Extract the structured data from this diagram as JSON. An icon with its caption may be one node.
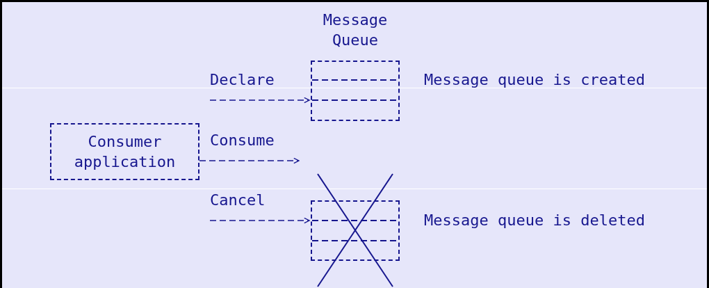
{
  "diagram": {
    "nodes": [
      {
        "text": [
          "Message Queue"
        ],
        "beside": [
          "Message queue is created"
        ]
      },
      {
        "text": [
          "Consumer application"
        ]
      },
      {
        "text": [],
        "shape": "box",
        "beside": [
          "Message queue is deleted"
        ]
      }
    ],
    "edges": [
      {
        "from": null,
        "to": 0,
        "arrow": "to",
        "label": "Declare",
        "style": "dashed"
      },
      {
        "from": 1,
        "to": null,
        "arrow": "to",
        "label": "Consume",
        "style": "dashed"
      },
      {
        "from": null,
        "to": 2,
        "arrow": "to",
        "label": "Cancel",
        "style": "dashed"
      }
    ]
  }
}
